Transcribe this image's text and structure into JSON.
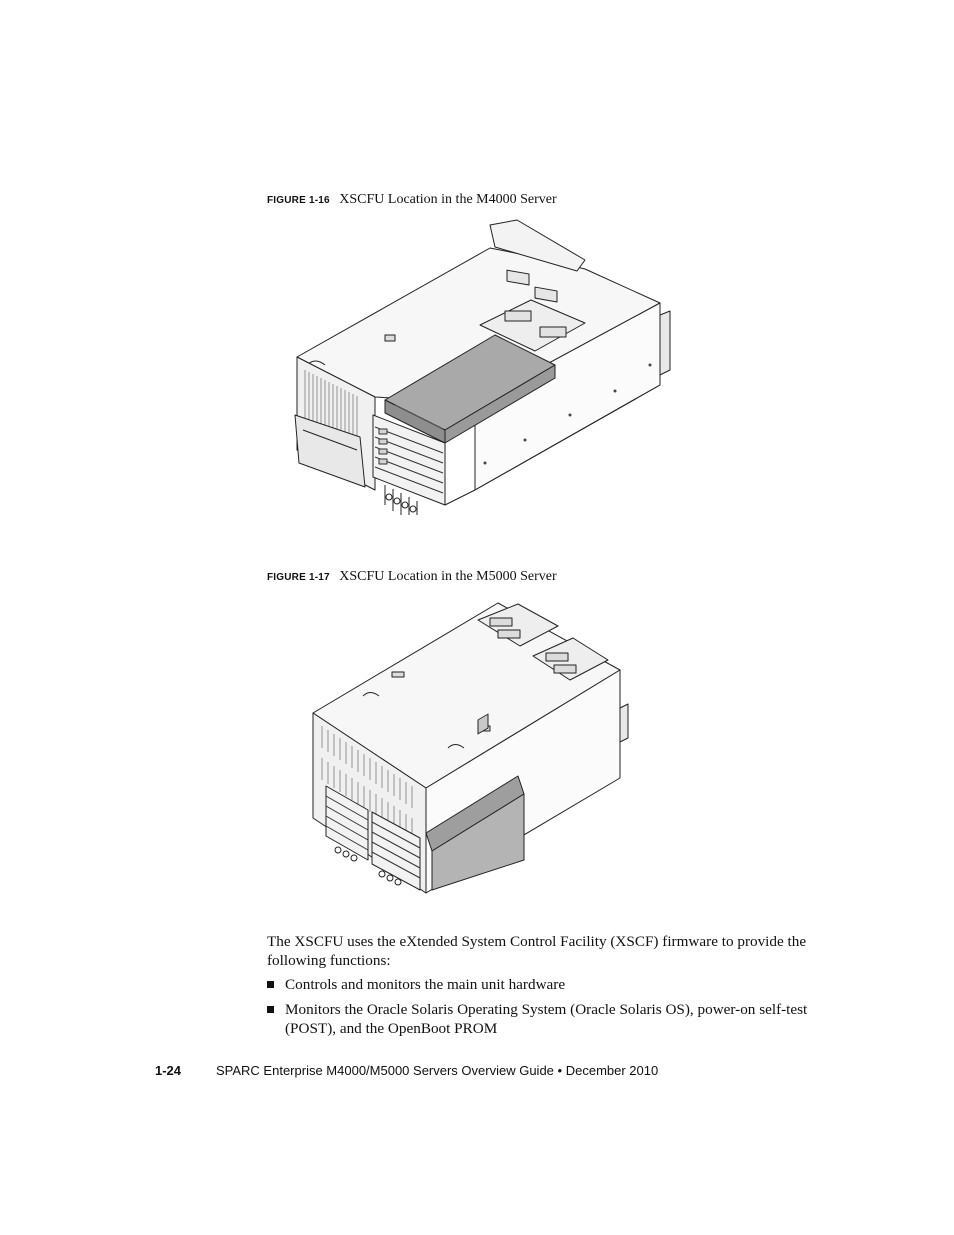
{
  "figure1": {
    "label": "FIGURE 1-16",
    "title": "XSCFU Location in the M4000 Server"
  },
  "figure2": {
    "label": "FIGURE 1-17",
    "title": "XSCFU Location in the M5000 Server"
  },
  "intro": "The XSCFU uses the eXtended System Control Facility (XSCF) firmware to provide the following functions:",
  "bullets": [
    "Controls and monitors the main unit hardware",
    "Monitors the Oracle Solaris Operating System (Oracle Solaris OS), power-on self-test (POST), and the OpenBoot PROM"
  ],
  "footer": {
    "page_number": "1-24",
    "doc_title": "SPARC Enterprise M4000/M5000 Servers Overview Guide",
    "separator": "•",
    "date": "December 2010"
  }
}
